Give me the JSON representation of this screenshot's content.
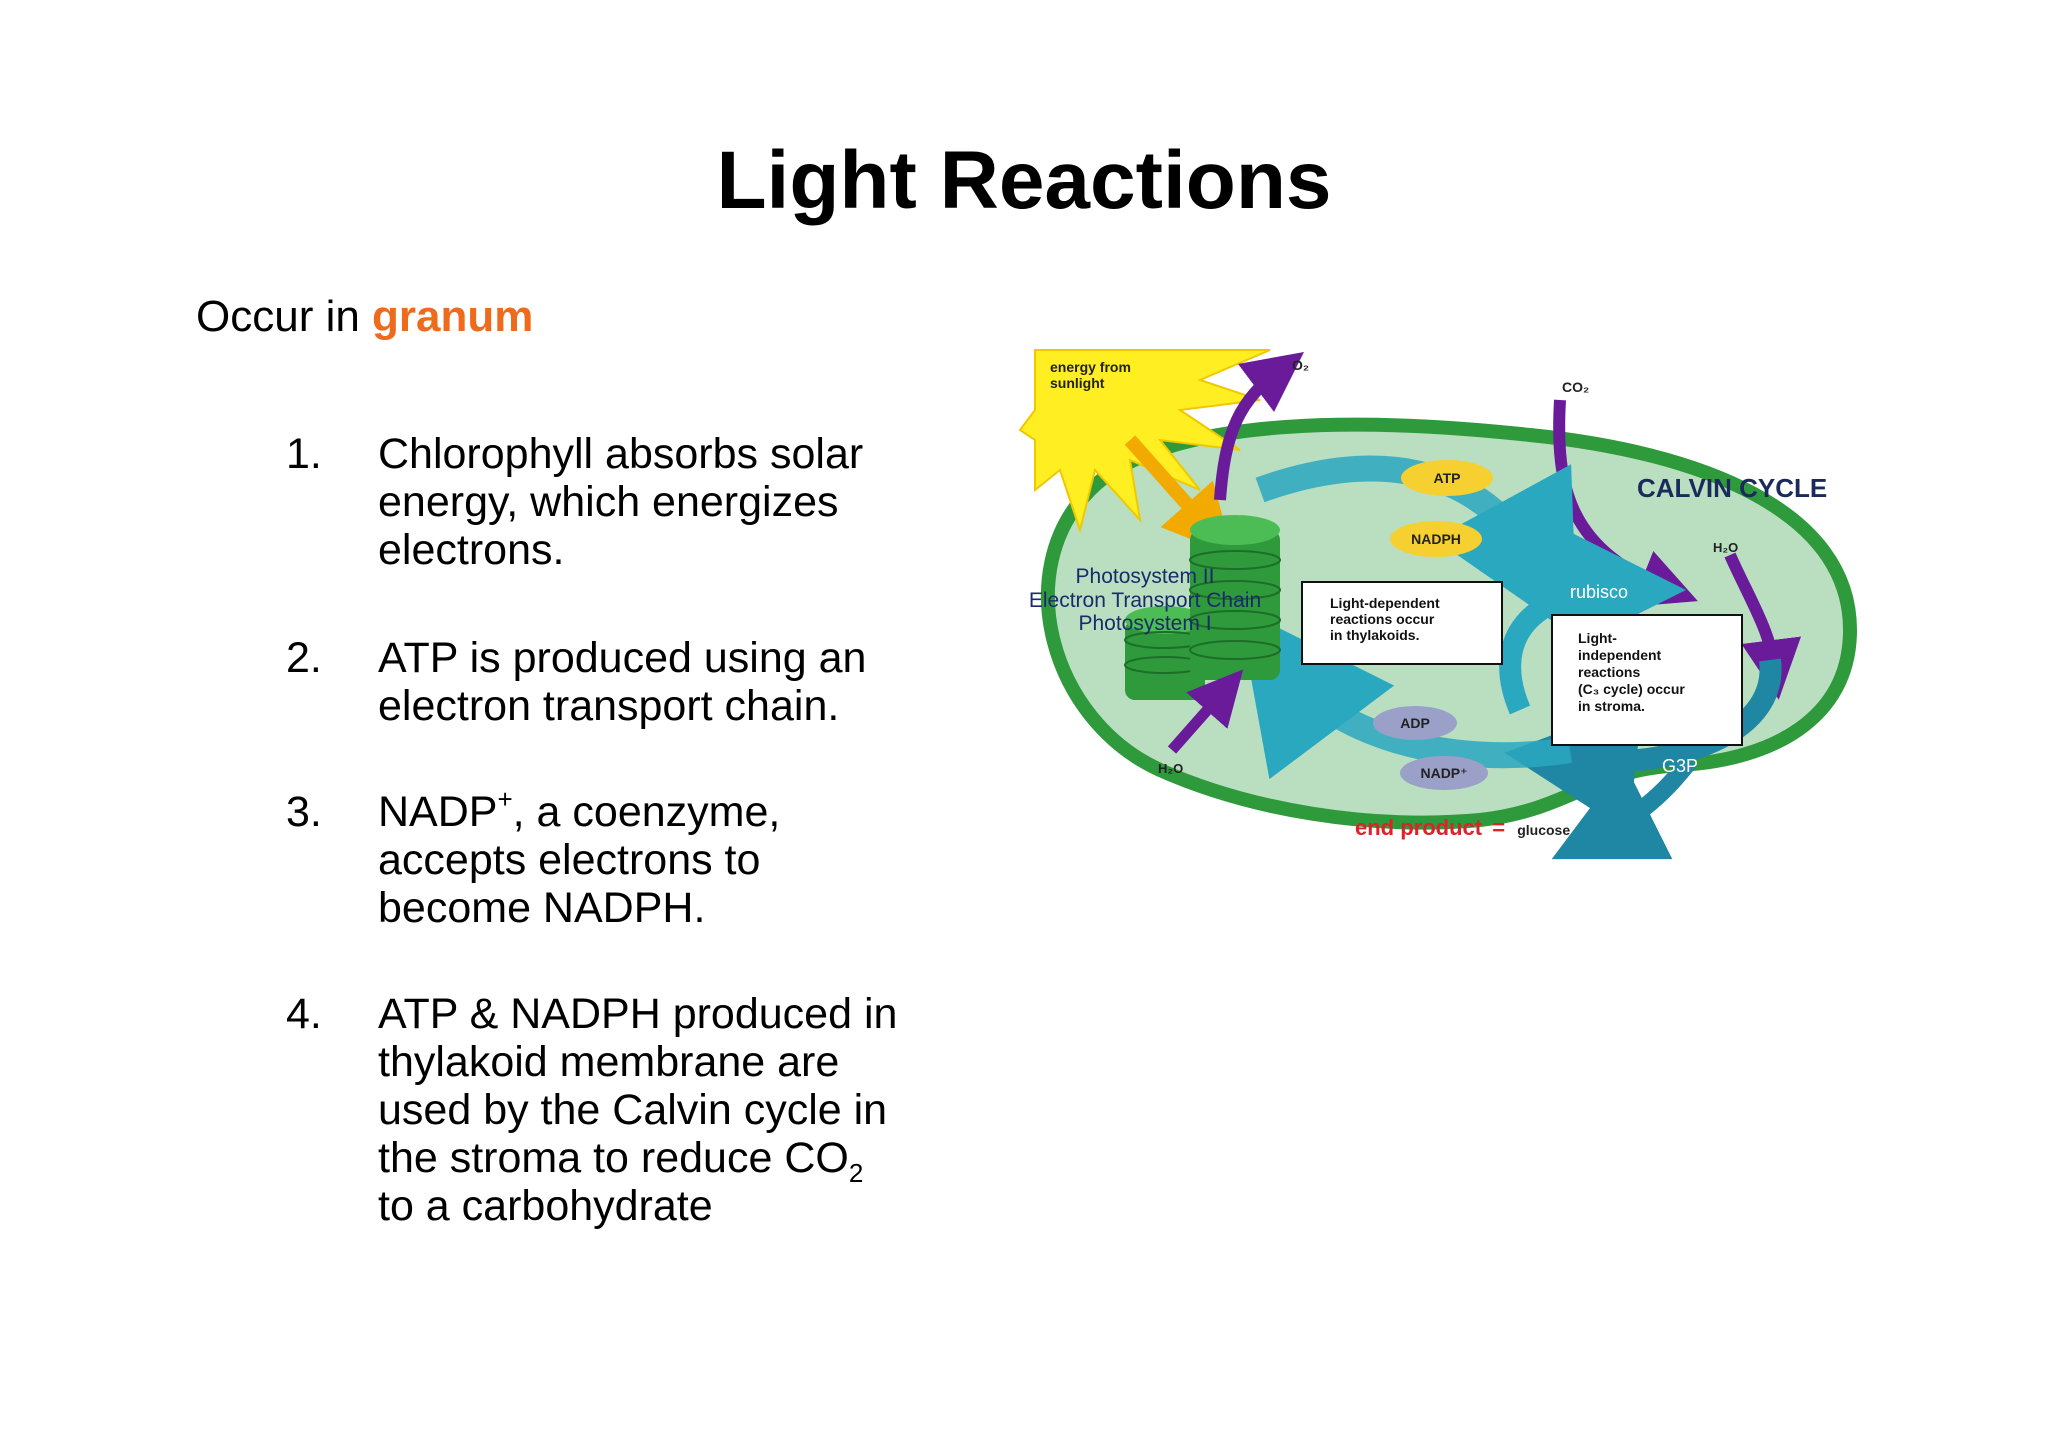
{
  "title": "Light Reactions",
  "subtitle": {
    "prefix": "Occur in ",
    "highlight": "granum"
  },
  "bullets": [
    {
      "num": "1.",
      "text": "Chlorophyll absorbs solar\nenergy, which energizes\nelectrons."
    },
    {
      "num": "2.",
      "text": "ATP is produced using an\nelectron transport chain."
    },
    {
      "num": "3.",
      "pre": "NADP",
      "sup": "+",
      "post": ", a coenzyme,\naccepts electrons to\nbecome NADPH."
    },
    {
      "num": "4.",
      "pre": "ATP & NADPH produced in\nthylakoid membrane are\nused by the Calvin cycle  in\nthe stroma to reduce CO",
      "sub": "2",
      "post": "\nto a carbohydrate"
    }
  ],
  "diagram": {
    "sunlight": "energy from\nsunlight",
    "o2": "O₂",
    "co2": "CO₂",
    "calvin_cycle": "CALVIN CYCLE",
    "h2o_right": "H₂O",
    "atp": "ATP",
    "nadph": "NADPH",
    "photosystem_ii": "Photosystem II",
    "etc": "Electron Transport Chain",
    "photosystem_i": "Photosystem I",
    "light_dependent": "Light-dependent\nreactions occur\nin thylakoids.",
    "rubisco": "rubisco",
    "light_independent": "Light-\nindependent\nreactions\n(C₃ cycle) occur\nin stroma.",
    "adp": "ADP",
    "nadp_plus": "NADP⁺",
    "h2o_left": "H₂O",
    "g3p": "G3P",
    "end_product": "end product",
    "equals": "=",
    "glucose": "glucose",
    "colors": {
      "highlight": "#ee6a1c",
      "chloroplast_fill": "#b9dfc0",
      "chloroplast_border": "#2f9a3c",
      "arrow_teal": "#2aa8c0",
      "arrow_purple": "#6a1b9a",
      "sun": "#ffee22",
      "oval_yellow": "#f5d030",
      "oval_purple": "#9aa0c8",
      "end_product_red": "#e0202a"
    }
  }
}
